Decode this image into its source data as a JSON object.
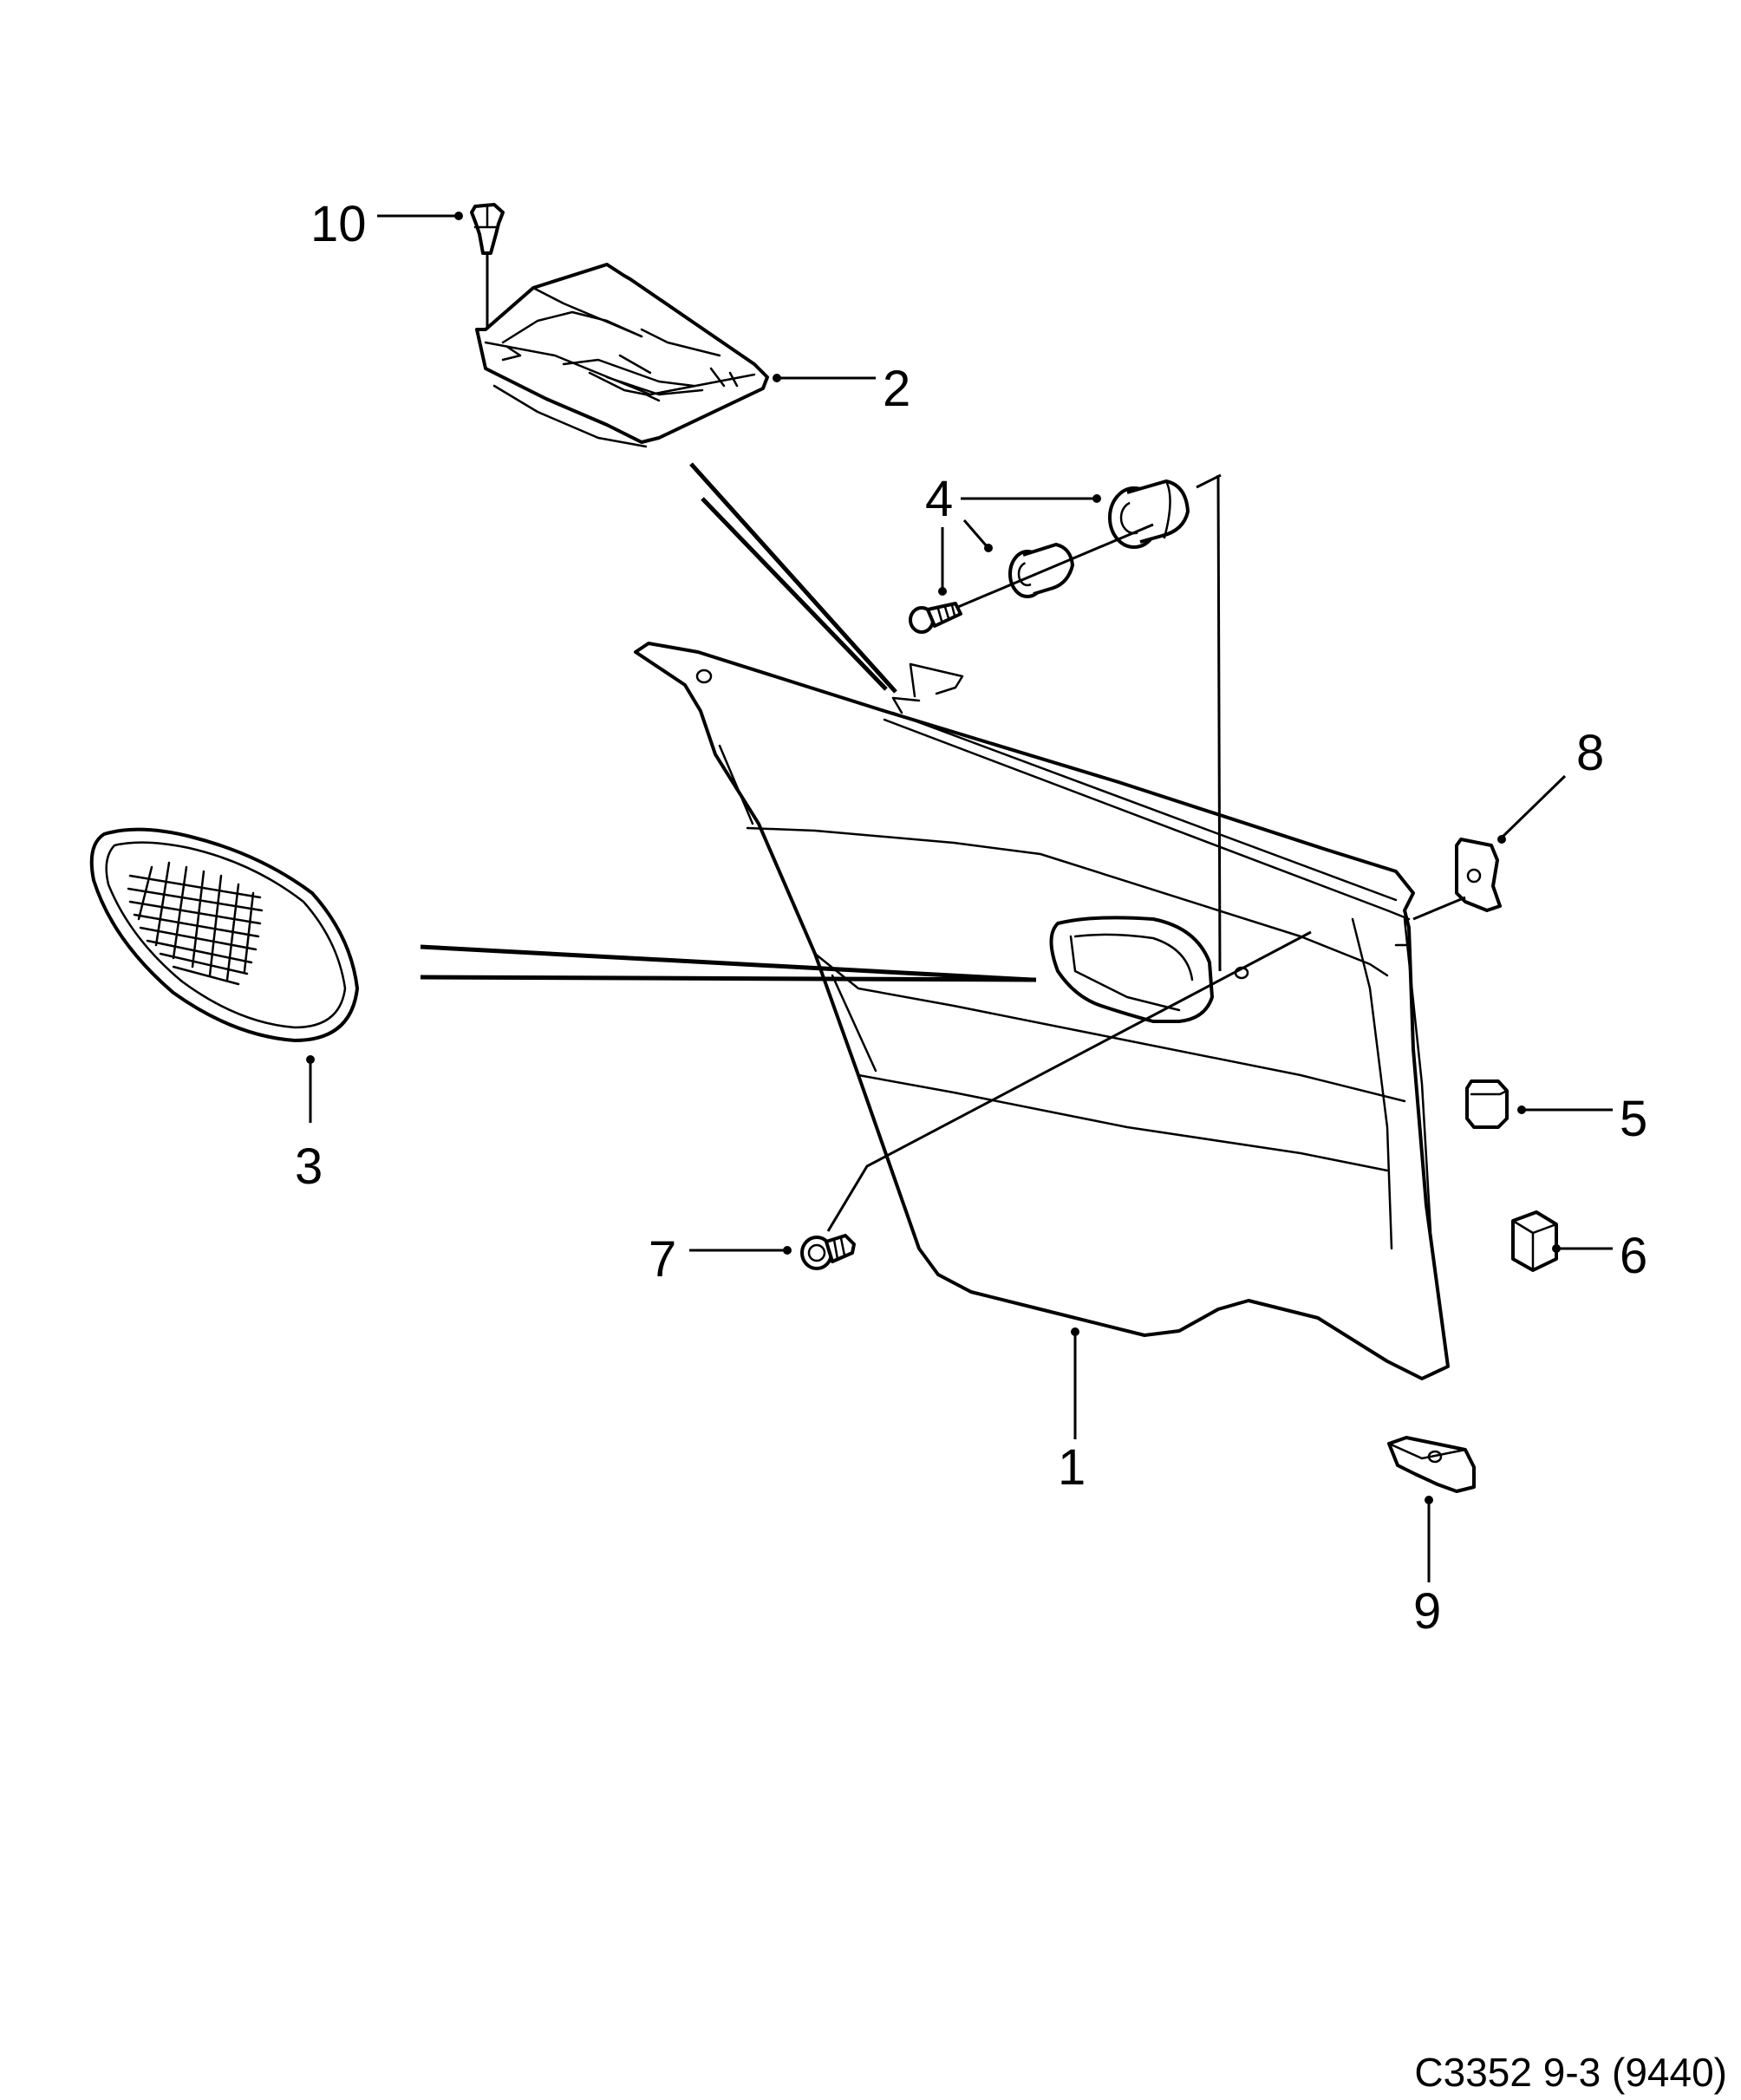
{
  "callouts": [
    {
      "id": "1",
      "label": "1"
    },
    {
      "id": "2",
      "label": "2"
    },
    {
      "id": "3",
      "label": "3"
    },
    {
      "id": "4",
      "label": "4"
    },
    {
      "id": "5",
      "label": "5"
    },
    {
      "id": "6",
      "label": "6"
    },
    {
      "id": "7",
      "label": "7"
    },
    {
      "id": "8",
      "label": "8"
    },
    {
      "id": "9",
      "label": "9"
    },
    {
      "id": "10",
      "label": "10"
    }
  ],
  "caption": "C3352 9-3 (9440)"
}
